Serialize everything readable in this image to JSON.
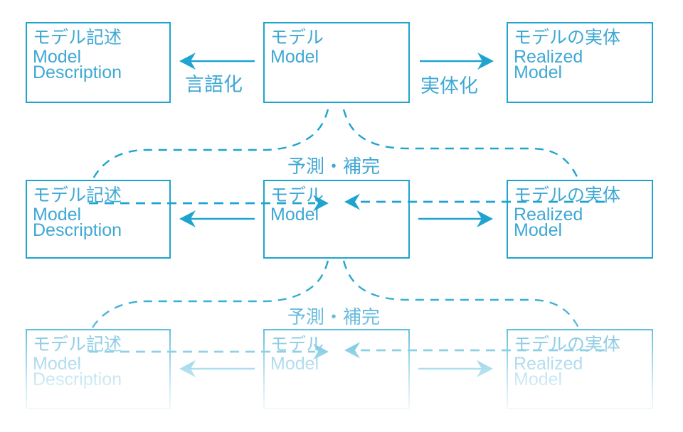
{
  "diagram": {
    "colors": {
      "accent_stroke": "#1ea4cf",
      "accent_text": "#3fa8d4",
      "background": "#ffffff"
    },
    "rows": [
      {
        "name": "top",
        "boxes": [
          {
            "jp": "モデル記述",
            "en": [
              "Model",
              "Description"
            ]
          },
          {
            "jp": "モデル",
            "en": [
              "Model"
            ]
          },
          {
            "jp": "モデルの実体",
            "en": [
              "Realized",
              "Model"
            ]
          }
        ],
        "left_arrow_label": "言語化",
        "right_arrow_label": "実体化"
      },
      {
        "name": "middle",
        "boxes": [
          {
            "jp": "モデル記述",
            "en": [
              "Model",
              "Description"
            ]
          },
          {
            "jp": "モデル",
            "en": [
              "Model"
            ]
          },
          {
            "jp": "モデルの実体",
            "en": [
              "Realized",
              "Model"
            ]
          }
        ]
      },
      {
        "name": "bottom-faded",
        "boxes": [
          {
            "jp": "モデル記述",
            "en": [
              "Model",
              "Description"
            ]
          },
          {
            "jp": "モデル",
            "en": [
              "Model"
            ]
          },
          {
            "jp": "モデルの実体",
            "en": [
              "Realized",
              "Model"
            ]
          }
        ]
      }
    ],
    "connectors": [
      {
        "label": "予測・補完"
      },
      {
        "label": "予測・補完"
      }
    ]
  }
}
